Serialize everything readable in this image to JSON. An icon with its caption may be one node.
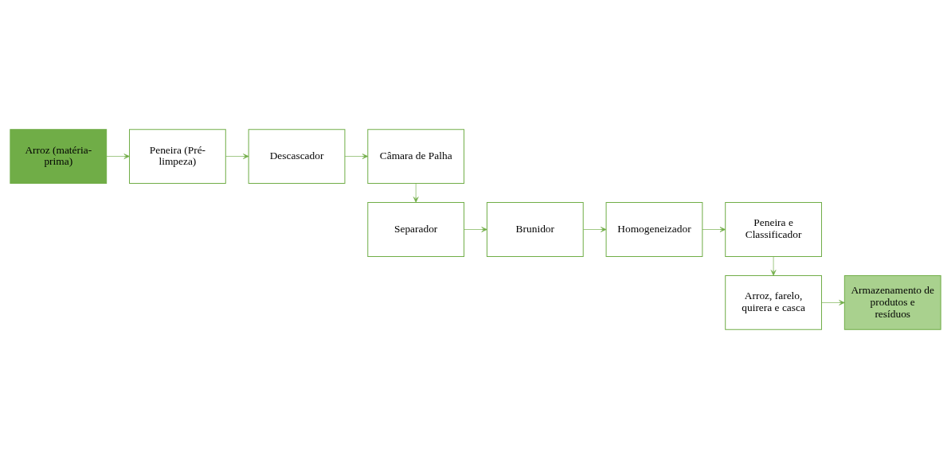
{
  "diagram": {
    "nodes": [
      {
        "text": [
          "Arroz (matéria-prima)"
        ]
      },
      {
        "text": [
          "Peneira (Pré-limpeza)"
        ]
      },
      {
        "text": [
          "Descascador"
        ]
      },
      {
        "text": [
          "Câmara de Palha"
        ]
      },
      {
        "text": [
          "Separador"
        ]
      },
      {
        "text": [
          "Brunidor"
        ]
      },
      {
        "text": [
          "Homogeneizador"
        ]
      },
      {
        "text": [
          "Peneira e Classificador"
        ]
      },
      {
        "text": [
          "Arroz, farelo, quirera e casca"
        ]
      },
      {
        "text": [
          "Armazenamento de produtos e resíduos"
        ]
      }
    ],
    "edges": [
      {
        "from": 0,
        "to": 1,
        "arrow": "to"
      },
      {
        "from": 1,
        "to": 2,
        "arrow": "to"
      },
      {
        "from": 2,
        "to": 3,
        "arrow": "to"
      },
      {
        "from": 3,
        "to": 4,
        "arrow": "to"
      },
      {
        "from": 4,
        "to": 5,
        "arrow": "to"
      },
      {
        "from": 5,
        "to": 6,
        "arrow": "to"
      },
      {
        "from": 6,
        "to": 7,
        "arrow": "to"
      },
      {
        "from": 7,
        "to": 8,
        "arrow": "to"
      },
      {
        "from": 8,
        "to": 9,
        "arrow": "to"
      }
    ]
  }
}
